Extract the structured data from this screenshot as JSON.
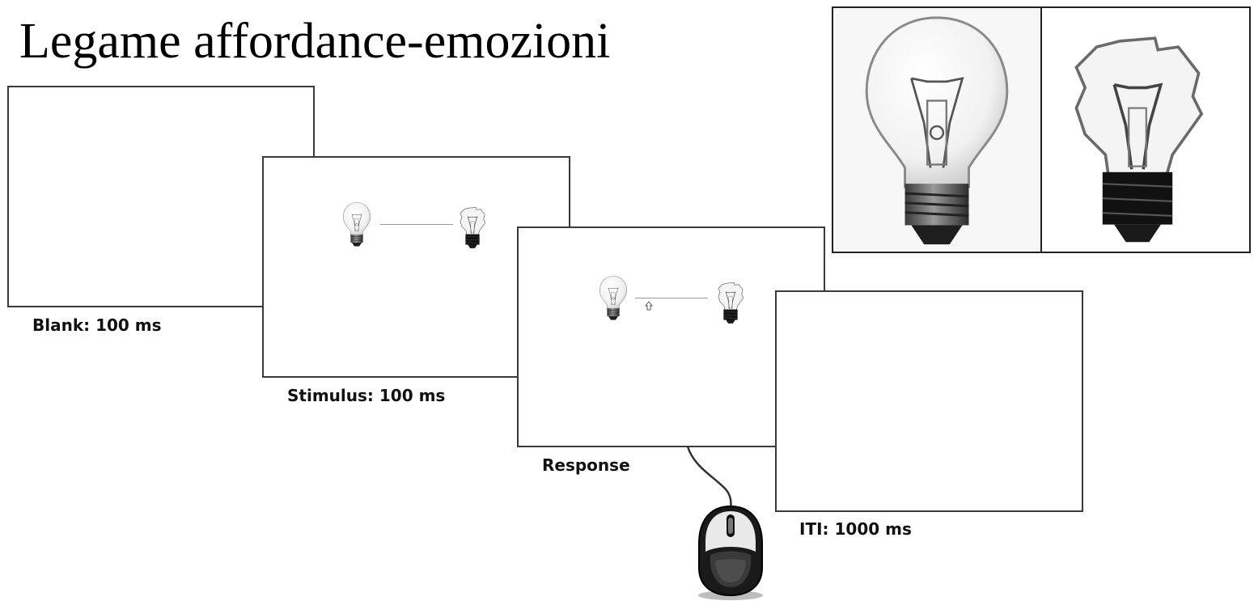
{
  "title": "Legame affordance-emozioni",
  "steps": [
    {
      "id": "blank",
      "label": "Blank: 100 ms"
    },
    {
      "id": "stimulus",
      "label": "Stimulus: 100 ms"
    },
    {
      "id": "response",
      "label": "Response"
    },
    {
      "id": "iti",
      "label": "ITI: 1000 ms"
    }
  ],
  "icons": {
    "intact_bulb": "lightbulb-icon",
    "broken_bulb": "broken-lightbulb-icon",
    "mouse": "computer-mouse-icon",
    "arrow": "up-arrow-icon"
  },
  "colors": {
    "frame_border": "#3a3a3a",
    "mouse_body": "#1a1a1a"
  }
}
